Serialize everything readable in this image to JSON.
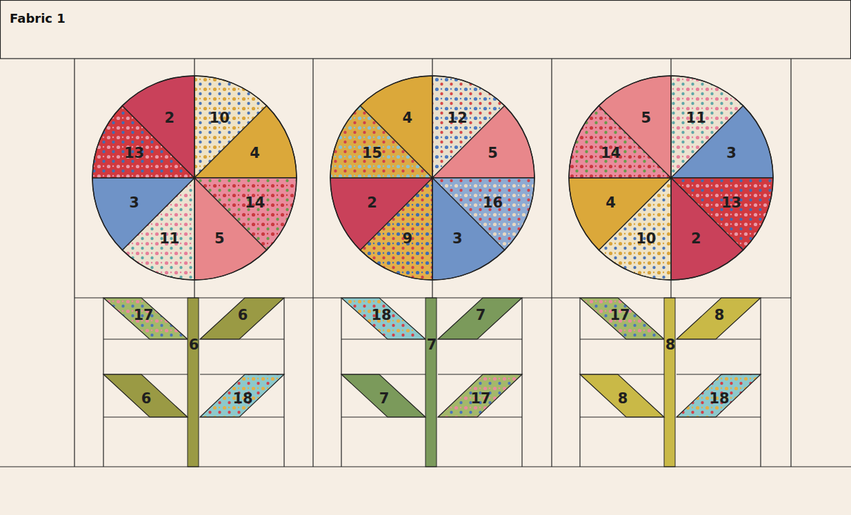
{
  "diagram": {
    "title": "Fabric 1",
    "labels": [
      "10",
      "4",
      "14",
      "5",
      "11",
      "3",
      "13",
      "2",
      "17",
      "6",
      "6",
      "6",
      "18",
      "12",
      "5",
      "16",
      "3",
      "9",
      "2",
      "15",
      "4",
      "18",
      "7",
      "7",
      "7",
      "17",
      "11",
      "3",
      "13",
      "2",
      "10",
      "4",
      "14",
      "5",
      "17",
      "8",
      "8",
      "8",
      "18"
    ]
  }
}
